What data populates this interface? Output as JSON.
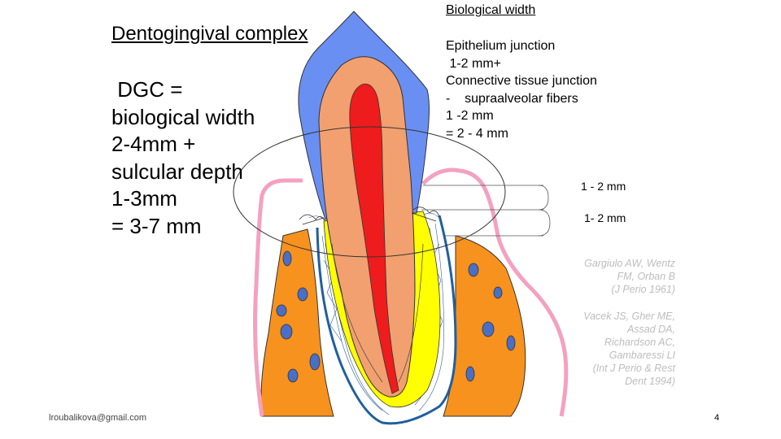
{
  "slide": {
    "title": "Dentogingival complex",
    "dgc_text": " DGC =\nbiological width\n2-4mm +\nsulcular depth\n1-3mm\n= 3-7 mm",
    "bw_heading": "Biological width",
    "bw_text": "Epithelium junction\n 1-2 mm+\nConnective tissue junction\n-    supraalveolar fibers\n1 -2 mm\n= 2 - 4 mm",
    "measure_upper": "1 - 2 mm",
    "measure_lower": "1- 2 mm",
    "ref1": "Gargiulo AW, Wentz\nFM, Orban B\n(J Perio 1961)",
    "ref2": "Vacek JS, Gher ME,\nAssad DA,\nRichardson AC,\nGambaressi LI\n(Int J Perio & Rest\nDent 1994)",
    "email": "lroubalikova@gmail.com",
    "page_number": "4"
  },
  "colors": {
    "enamel": "#6a8ff2",
    "dentin": "#f2a06f",
    "pulp": "#ee1c1c",
    "root_cementum": "#ffff00",
    "bone": "#f7921e",
    "bone_marrow": "#4a6fc6",
    "gingiva": "#f4a1c0",
    "periodontal_ligament": "#1f5f9f",
    "reference_text": "#bdbdbd"
  }
}
